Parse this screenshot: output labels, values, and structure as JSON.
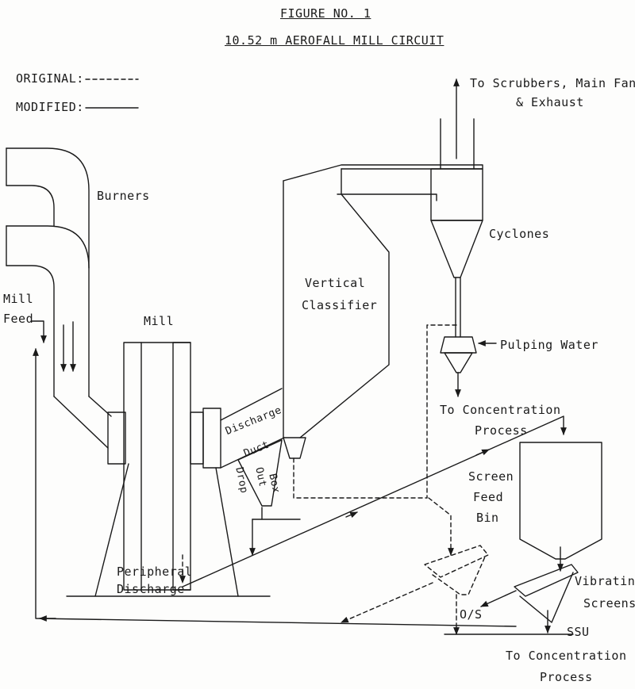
{
  "figure": {
    "number": "FIGURE NO. 1",
    "title": "10.52 m AEROFALL MILL CIRCUIT"
  },
  "legend": {
    "original_label": "ORIGINAL:",
    "modified_label": "MODIFIED:",
    "original_style": "dashed",
    "modified_style": "solid"
  },
  "labels": {
    "to_scrubbers_line1": "To Scrubbers, Main Fan",
    "to_scrubbers_line2": "& Exhaust",
    "burners": "Burners",
    "mill_feed_line1": "Mill",
    "mill_feed_line2": "Feed",
    "mill": "Mill",
    "vertical_classifier_line1": "Vertical",
    "vertical_classifier_line2": "Classifier",
    "cyclones": "Cyclones",
    "pulping_water": "Pulping Water",
    "to_concentration_top_line1": "To Concentration",
    "to_concentration_top_line2": "Process",
    "discharge": "Discharge",
    "duct": "Duct",
    "drop": "Drop",
    "out": "Out",
    "box": "Box",
    "screen_feed_bin_line1": "Screen",
    "screen_feed_bin_line2": "Feed",
    "screen_feed_bin_line3": "Bin",
    "peripheral_discharge_line1": "Peripheral",
    "peripheral_discharge_line2": "Discharge",
    "vibrating_screens_line1": "Vibrating",
    "vibrating_screens_line2": "Screens",
    "oversize": "O/S",
    "ssu": "SSU",
    "to_concentration_bottom_line1": "To Concentration",
    "to_concentration_bottom_line2": "Process"
  },
  "colors": {
    "ink": "#1a1a1a",
    "paper": "#fdfdfc"
  }
}
